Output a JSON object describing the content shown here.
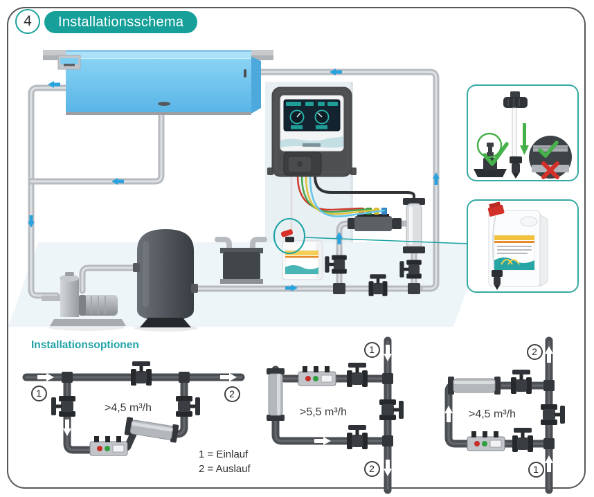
{
  "header": {
    "number": "4",
    "title": "Installationsschema"
  },
  "options": {
    "heading": "Installationsoptionen",
    "items": [
      {
        "id": "option-1",
        "flow": ">4,5 m³/h",
        "inlet": "1",
        "outlet": "2"
      },
      {
        "id": "option-2",
        "flow": ">5,5 m³/h",
        "inlet": "1",
        "outlet": "2"
      },
      {
        "id": "option-3",
        "flow": ">4,5 m³/h",
        "inlet": "1",
        "outlet": "2"
      }
    ],
    "legend": {
      "line1": "1 = Einlauf",
      "line2": "2 = Auslauf"
    }
  },
  "colors": {
    "accent_teal": "#17a09a",
    "arrow_blue": "#2aa2de",
    "check_green": "#46b04a",
    "cross_red": "#d62f28"
  }
}
